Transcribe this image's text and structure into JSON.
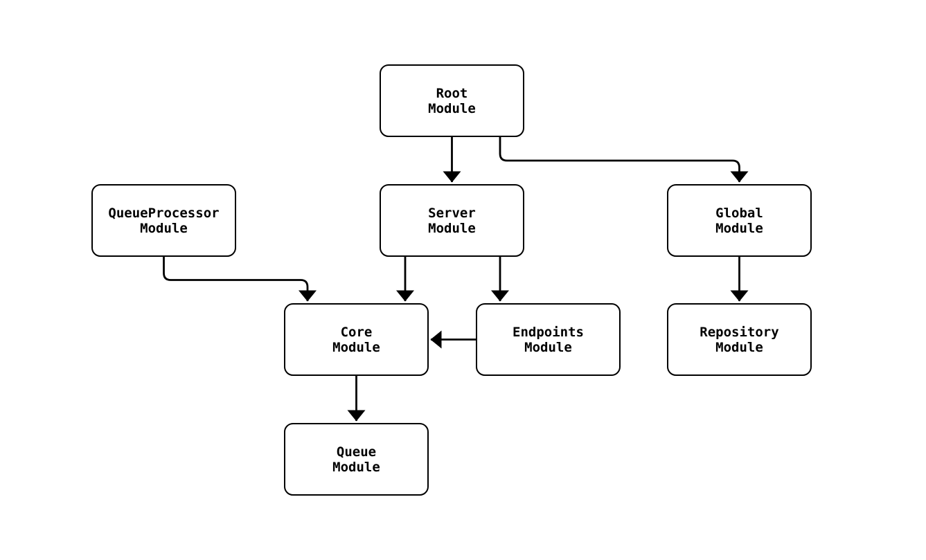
{
  "diagram": {
    "type": "flowchart",
    "background_color": "#ffffff",
    "stroke_color": "#000000",
    "node_fill_color": "#ffffff",
    "text_color": "#000000",
    "nodes": [
      {
        "id": "root",
        "line1": "Root",
        "line2": "Module"
      },
      {
        "id": "queueprocessor",
        "line1": "QueueProcessor",
        "line2": "Module"
      },
      {
        "id": "server",
        "line1": "Server",
        "line2": "Module"
      },
      {
        "id": "global",
        "line1": "Global",
        "line2": "Module"
      },
      {
        "id": "core",
        "line1": "Core",
        "line2": "Module"
      },
      {
        "id": "endpoints",
        "line1": "Endpoints",
        "line2": "Module"
      },
      {
        "id": "repository",
        "line1": "Repository",
        "line2": "Module"
      },
      {
        "id": "queue",
        "line1": "Queue",
        "line2": "Module"
      }
    ],
    "edges": [
      {
        "from": "root",
        "to": "server",
        "style": "arrow"
      },
      {
        "from": "root",
        "to": "global",
        "style": "arrow"
      },
      {
        "from": "queueprocessor",
        "to": "core",
        "style": "arrow"
      },
      {
        "from": "server",
        "to": "core",
        "style": "arrow"
      },
      {
        "from": "server",
        "to": "endpoints",
        "style": "arrow"
      },
      {
        "from": "endpoints",
        "to": "core",
        "style": "arrow"
      },
      {
        "from": "core",
        "to": "queue",
        "style": "arrow"
      },
      {
        "from": "global",
        "to": "repository",
        "style": "arrow"
      }
    ]
  }
}
